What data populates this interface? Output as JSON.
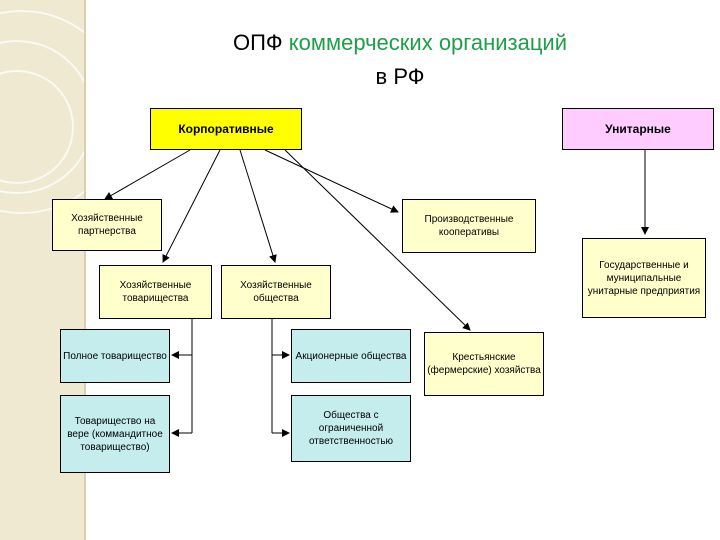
{
  "title": {
    "prefix": "ОПФ ",
    "highlight": "коммерческих организаций",
    "line2": "в РФ"
  },
  "nodes": {
    "corporate": "Корпоративные",
    "unitary": "Унитарные",
    "business_partnerships": "Хозяйственные партнерства",
    "production_coops": "Производственные кооперативы",
    "state_municipal": "Государственные и муниципальные унитарные предприятия",
    "business_associations": "Хозяйственные товарищества",
    "business_companies": "Хозяйственные общества",
    "full_partnership": "Полное товарищество",
    "limited_partnership": "Товарищество на вере (коммандитное товарищество)",
    "joint_stock": "Акционерные общества",
    "llc": "Общества с ограниченной ответственностью",
    "peasant_farms": "Крестьянские (фермерские) хозяйства"
  },
  "colors": {
    "yellow_box": "#ffffcc",
    "corporate_box": "#ffff00",
    "unitary_box": "#ffccff",
    "teal_box": "#c6eded",
    "title_accent": "#1f9e4a"
  }
}
